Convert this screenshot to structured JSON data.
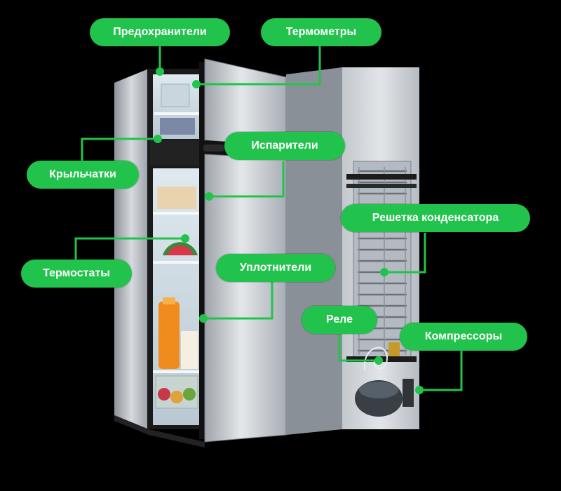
{
  "labels": {
    "fuses": "Предохранители",
    "thermometers": "Термометры",
    "evaporators": "Испарители",
    "impellers": "Крыльчатки",
    "condenser_grille": "Решетка конденсатора",
    "thermostats": "Термостаты",
    "seals": "Уплотнители",
    "relay": "Реле",
    "compressors": "Компрессоры"
  },
  "colors": {
    "background": "#000000",
    "accent": "#22c34d",
    "label_text": "#ffffff"
  }
}
